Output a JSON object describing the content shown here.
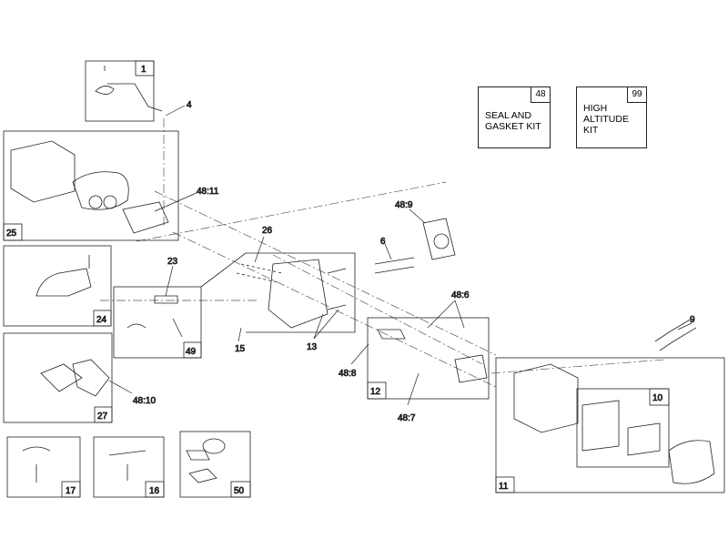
{
  "kits": [
    {
      "number": "48",
      "text": "SEAL AND\nGASKET KIT"
    },
    {
      "number": "99",
      "text": "HIGH\nALTITUDE\nKIT"
    }
  ],
  "box_numbers": {
    "b1": "1",
    "b25": "25",
    "b24": "24",
    "b49": "49",
    "b27": "27",
    "b12": "12",
    "b11": "11",
    "b10": "10",
    "b17": "17",
    "b16": "16",
    "b50": "50"
  },
  "callouts": {
    "c4": "4",
    "c48_11": "48:11",
    "c26": "26",
    "c23": "23",
    "c48_9": "48:9",
    "c6": "6",
    "c48_6": "48:6",
    "c9": "9",
    "c15": "15",
    "c13": "13",
    "c48_8": "48:8",
    "c48_10": "48:10",
    "c48_7": "48:7"
  }
}
